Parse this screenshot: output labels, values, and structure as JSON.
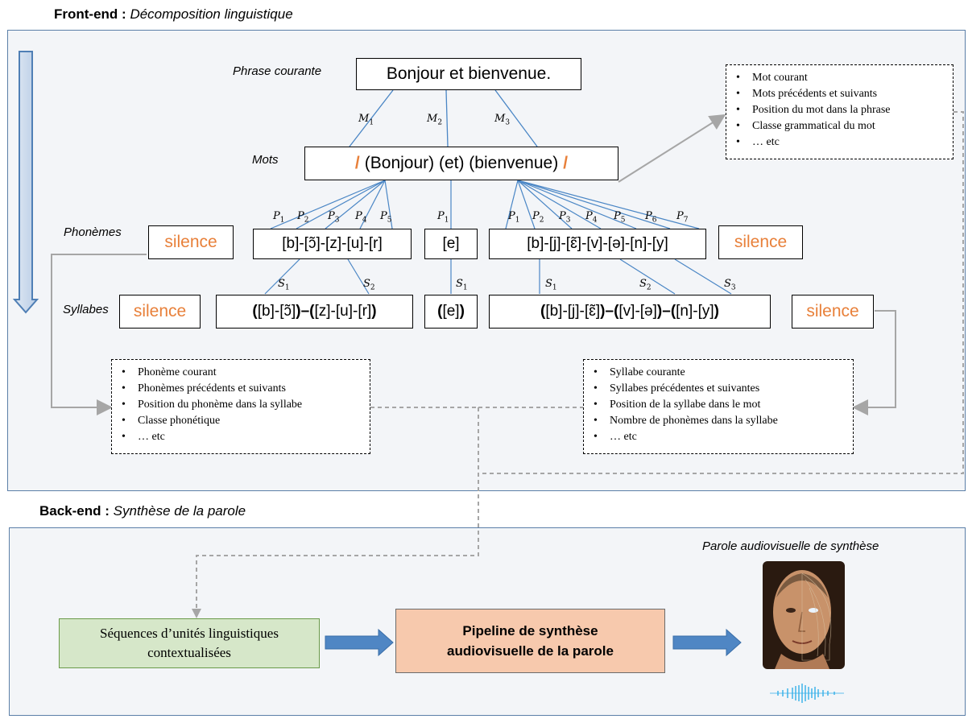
{
  "frontend": {
    "label": "Front-end :",
    "subtitle": "Décomposition linguistique"
  },
  "backend": {
    "label": "Back-end :",
    "subtitle": "Synthèse de la parole"
  },
  "levels": {
    "phrase": "Phrase courante",
    "mots": "Mots",
    "phonemes": "Phonèmes",
    "syllabes": "Syllabes"
  },
  "sentence": "Bonjour et bienvenue.",
  "words": {
    "slash": "/",
    "text": "(Bonjour) (et) (bienvenue)"
  },
  "word_links": [
    {
      "base": "M",
      "sub": "1"
    },
    {
      "base": "M",
      "sub": "2"
    },
    {
      "base": "M",
      "sub": "3"
    }
  ],
  "phonemes": {
    "silence_left": "silence",
    "silence_right": "silence",
    "bonjour": "[b]-[ɔ̃]-[z]-[u]-[r]",
    "et": "[e]",
    "bienvenue": "[b]-[j]-[ɛ̃]-[v]-[ə]-[n]-[y]"
  },
  "phoneme_links": {
    "bonjour": [
      {
        "base": "P",
        "sub": "1"
      },
      {
        "base": "P",
        "sub": "2"
      },
      {
        "base": "P",
        "sub": "3"
      },
      {
        "base": "P",
        "sub": "4"
      },
      {
        "base": "P",
        "sub": "5"
      }
    ],
    "et": [
      {
        "base": "P",
        "sub": "1"
      }
    ],
    "bienvenue": [
      {
        "base": "P",
        "sub": "1"
      },
      {
        "base": "P",
        "sub": "2"
      },
      {
        "base": "P",
        "sub": "3"
      },
      {
        "base": "P",
        "sub": "4"
      },
      {
        "base": "P",
        "sub": "5"
      },
      {
        "base": "P",
        "sub": "6"
      },
      {
        "base": "P",
        "sub": "7"
      }
    ]
  },
  "syllables": {
    "silence_left": "silence",
    "silence_right": "silence",
    "bonjour": {
      "s1": "[b]-[ɔ̃]",
      "s2": "[z]-[u]-[r]"
    },
    "et": {
      "s1": "[e]"
    },
    "bienvenue": {
      "s1": "[b]-[j]-[ɛ̃]",
      "s2": "[v]-[ə]",
      "s3": "[n]-[y]"
    },
    "open": "(",
    "close": ")",
    "dash": " – "
  },
  "syllable_links": {
    "bonjour": [
      {
        "base": "S",
        "sub": "1"
      },
      {
        "base": "S",
        "sub": "2"
      }
    ],
    "et": [
      {
        "base": "S",
        "sub": "1"
      }
    ],
    "bienvenue": [
      {
        "base": "S",
        "sub": "1"
      },
      {
        "base": "S",
        "sub": "2"
      },
      {
        "base": "S",
        "sub": "3"
      }
    ]
  },
  "word_features": [
    "Mot courant",
    "Mots précédents et suivants",
    "Position du mot dans la phrase",
    "Classe grammatical du mot",
    "… etc"
  ],
  "phoneme_features": [
    "Phonème courant",
    "Phonèmes précédents et suivants",
    "Position du phonème dans la syllabe",
    "Classe phonétique",
    "… etc"
  ],
  "syllable_features": [
    "Syllabe courante",
    "Syllabes précédentes et suivantes",
    "Position de la syllabe dans le mot",
    "Nombre de phonèmes dans la syllabe",
    "… etc"
  ],
  "sequence_box": {
    "line1": "Séquences d’unités linguistiques",
    "line2": "contextualisées"
  },
  "pipeline_box": {
    "line1": "Pipeline de synthèse",
    "line2": "audiovisuelle de la parole"
  },
  "output_label": "Parole audiovisuelle de synthèse",
  "colors": {
    "panel_fill": "#f3f5f8",
    "panel_border": "#5b7fa8",
    "accent_orange": "#e8803a",
    "link_blue": "#4a86c5",
    "arrow_blue": "#4f86c4",
    "sequence_fill": "#d6e7c9",
    "pipeline_fill": "#f7c9ad",
    "gray_arrow": "#a6a6a6"
  },
  "icons": [
    "down-arrow-icon",
    "right-arrow-icon",
    "synthetic-face-image",
    "waveform-icon"
  ]
}
